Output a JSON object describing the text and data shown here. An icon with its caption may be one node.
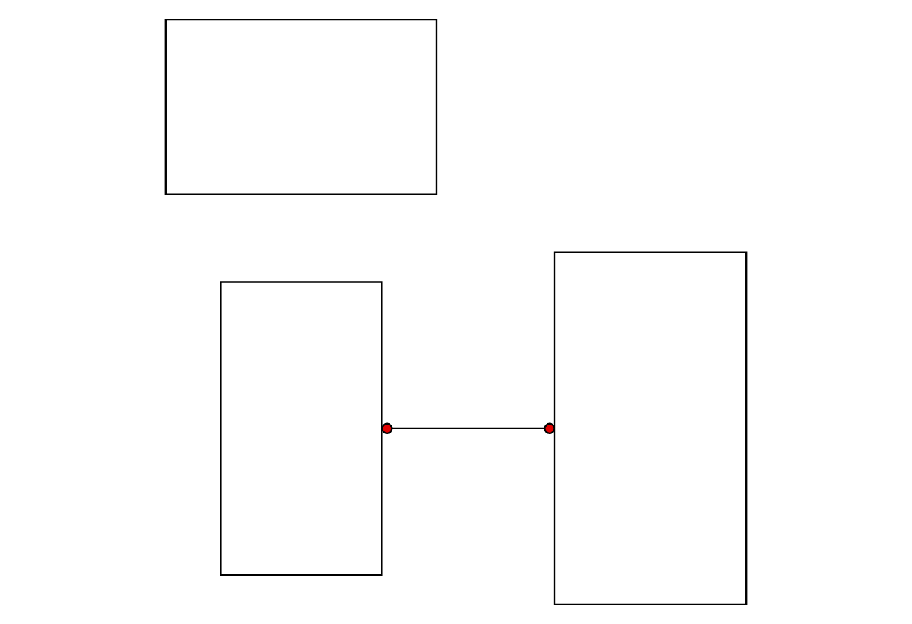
{
  "diagram": {
    "nodes": [
      {
        "text": [],
        "shape": "box"
      },
      {
        "text": [],
        "shape": "box"
      },
      {
        "text": [],
        "shape": "box"
      }
    ],
    "edges": [
      {
        "from": 0,
        "to": 2,
        "arrow": "other"
      }
    ]
  }
}
